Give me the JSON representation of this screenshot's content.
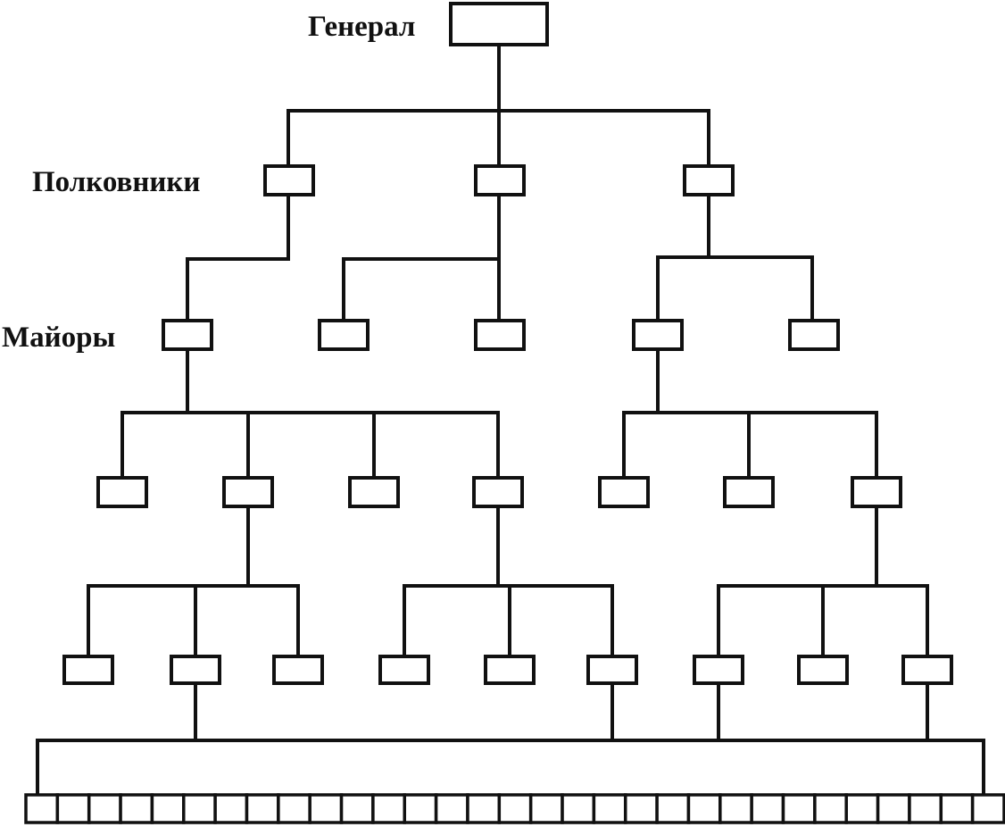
{
  "labels": {
    "general": "Генерал",
    "colonels": "Полковники",
    "majors": "Майоры"
  },
  "line_color": "#111111",
  "background_color": "#ffffff",
  "hierarchy": {
    "levels": [
      {
        "rank": "general",
        "node_count": 1
      },
      {
        "rank": "colonels",
        "node_count": 3
      },
      {
        "rank": "majors",
        "node_count": 5
      },
      {
        "rank": "level-4",
        "node_count": 7
      },
      {
        "rank": "level-5",
        "node_count": 9
      },
      {
        "rank": "bottom-row",
        "node_count": 31
      }
    ]
  }
}
